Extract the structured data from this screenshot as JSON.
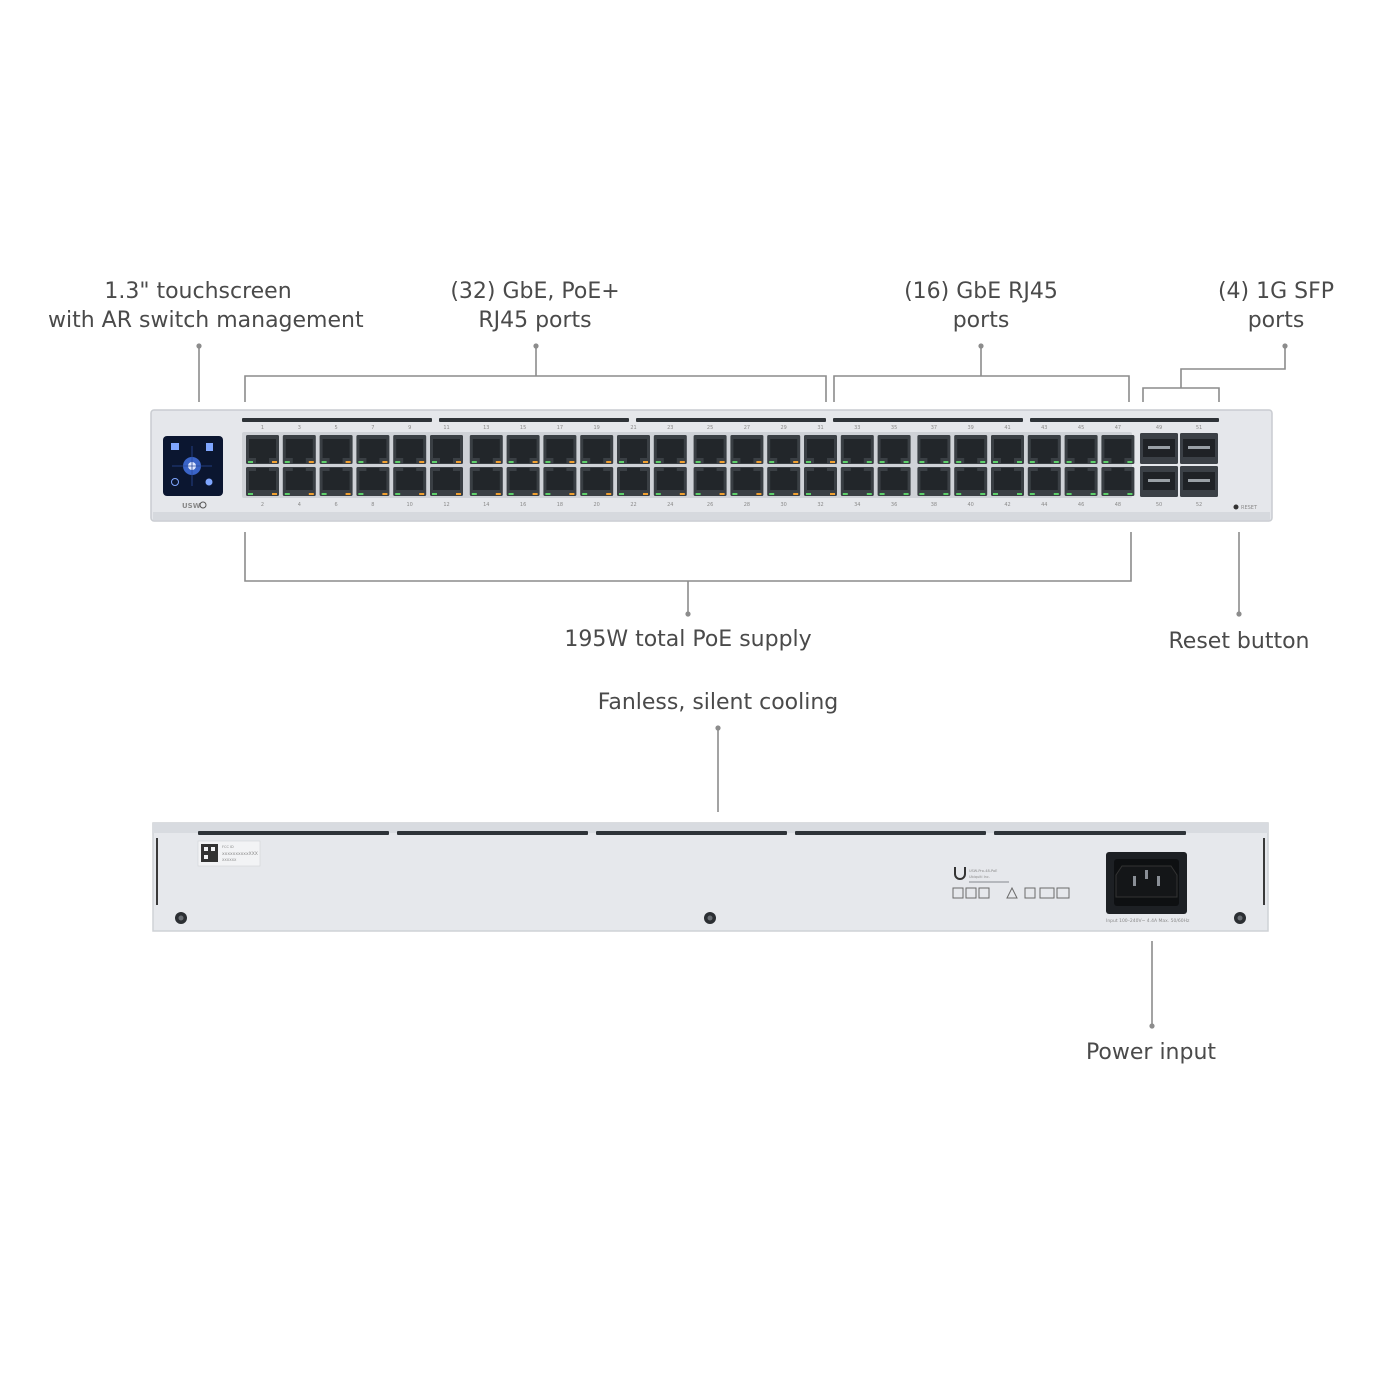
{
  "callouts": {
    "touchscreen": [
      "1.3\" touchscreen",
      "with AR switch management"
    ],
    "poe_ports": [
      "(32) GbE, PoE+",
      "RJ45 ports"
    ],
    "rj45_ports": [
      "(16) GbE RJ45",
      "ports"
    ],
    "sfp_ports": [
      "(4) 1G SFP",
      "ports"
    ],
    "poe_supply": "195W total PoE supply",
    "reset_button": "Reset button",
    "cooling": "Fanless, silent cooling",
    "power_input": "Power input"
  },
  "front_panel": {
    "brand_label": "USW",
    "reset_label": "RESET",
    "port_numbers_top": [
      "1",
      "3",
      "5",
      "7",
      "9",
      "11",
      "13",
      "15",
      "17",
      "19",
      "21",
      "23",
      "25",
      "27",
      "29",
      "31",
      "33",
      "35",
      "37",
      "39",
      "41",
      "43",
      "45",
      "47"
    ],
    "port_numbers_bottom": [
      "2",
      "4",
      "6",
      "8",
      "10",
      "12",
      "14",
      "16",
      "18",
      "20",
      "22",
      "24",
      "26",
      "28",
      "30",
      "32",
      "34",
      "36",
      "38",
      "40",
      "42",
      "44",
      "46",
      "48"
    ],
    "sfp_numbers_top": [
      "49",
      "51"
    ],
    "sfp_numbers_bottom": [
      "50",
      "52"
    ]
  },
  "rear_panel": {
    "label_text": [
      "FCC ID",
      "xxxxxxxxxxXXX",
      "XXXXXX"
    ],
    "compliance_text": [
      "Ubiquiti Inc.",
      "USW-Pro-48-PoE"
    ],
    "power_rating": "Input 100–240V~ 4.4A Max. 50/60Hz"
  },
  "colors": {
    "chassis": "#e4e6ea",
    "chassis_edge": "#c8cbd0",
    "port_dark": "#3a3f44",
    "led_green": "#5dd06a",
    "led_orange": "#f0a030",
    "line": "#8c8c8c"
  }
}
